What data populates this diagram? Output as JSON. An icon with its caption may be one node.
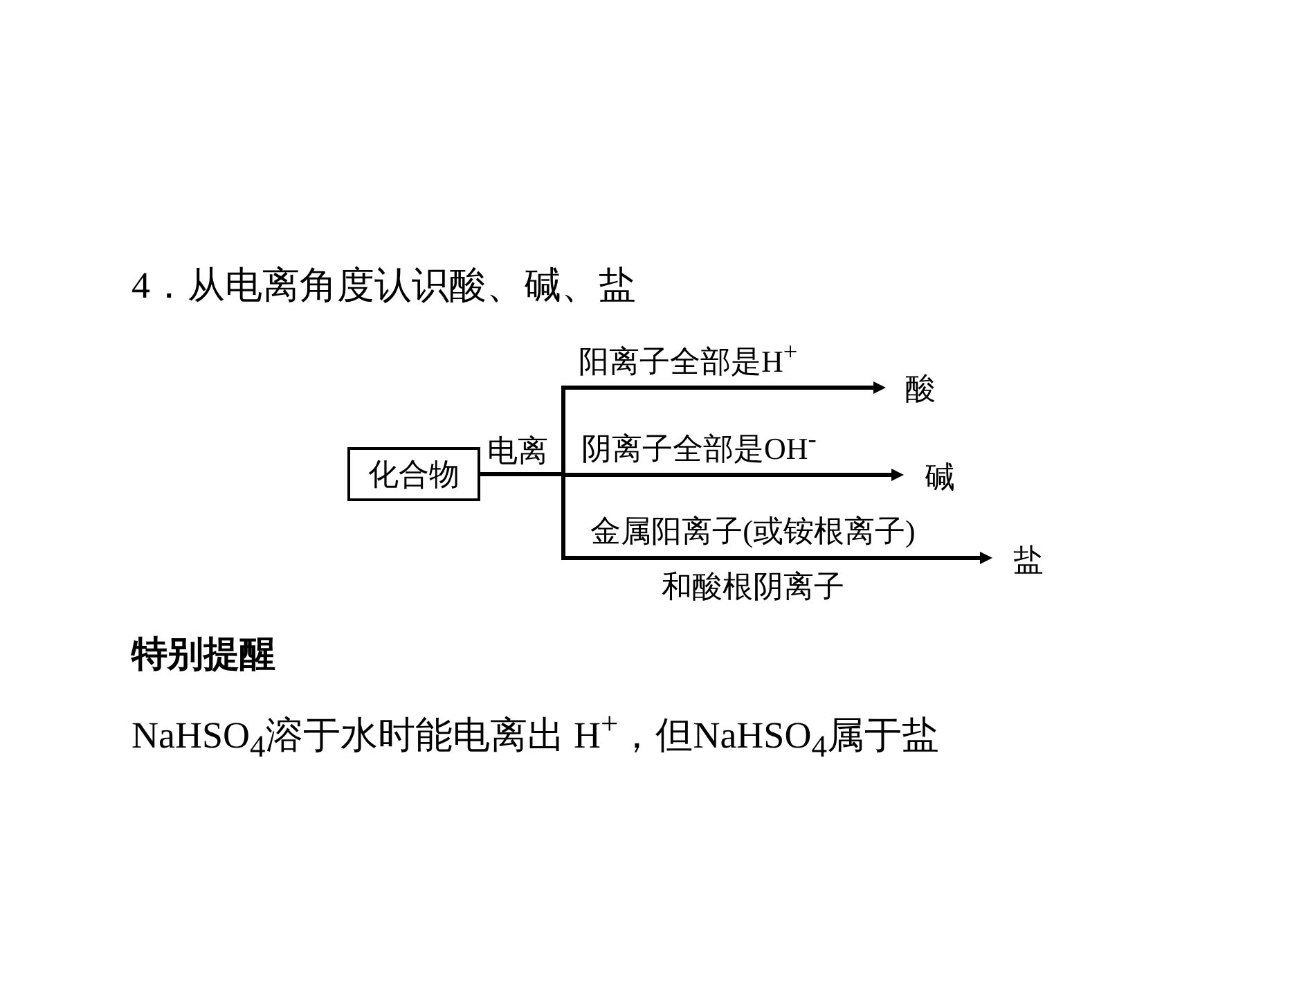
{
  "diagram": {
    "title": "4．从电离角度认识酸、碱、盐",
    "nodes": [
      {
        "text": [
          "化合物"
        ]
      },
      {
        "text": [
          "酸"
        ]
      },
      {
        "text": [
          "碱"
        ]
      },
      {
        "text": [
          "盐"
        ]
      }
    ],
    "edges": [
      {
        "from": 0,
        "to": 1,
        "arrow": "to",
        "label": "阳离子全部是H$^{+}$"
      },
      {
        "from": 0,
        "to": 2,
        "arrow": "to",
        "label": "阴离子全部是OH$^{-}$"
      },
      {
        "from": 0,
        "to": 3,
        "arrow": "to",
        "label": "金属阳离子(或铵根离子)和酸根阴离子"
      }
    ],
    "labels": [
      "电离",
      "特别提醒",
      "NaHSO$_{4}$溶于水时能电离出 H$^{+}$，但NaHSO$_{4}$属于盐"
    ]
  }
}
